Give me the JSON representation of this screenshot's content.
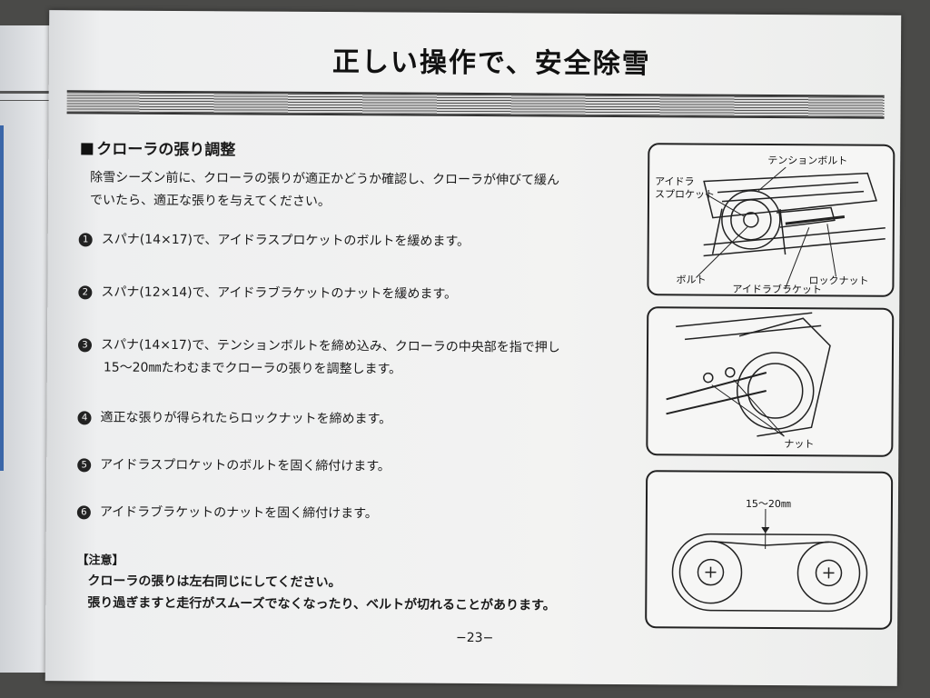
{
  "header": {
    "title": "正しい操作で、安全除雪"
  },
  "section": {
    "title": "クローラの張り調整"
  },
  "intro": {
    "line1": "除雪シーズン前に、クローラの張りが適正かどうか確認し、クローラが伸びて緩ん",
    "line2": "でいたら、適正な張りを与えてください。"
  },
  "steps": [
    {
      "num": "1",
      "line1": "スパナ(14×17)で、アイドラスプロケットのボルトを緩めます。",
      "line2": ""
    },
    {
      "num": "2",
      "line1": "スパナ(12×14)で、アイドラブラケットのナットを緩めます。",
      "line2": ""
    },
    {
      "num": "3",
      "line1": "スパナ(14×17)で、テンションボルトを締め込み、クローラの中央部を指で押し",
      "line2": "15〜20㎜たわむまでクローラの張りを調整します。"
    },
    {
      "num": "4",
      "line1": "適正な張りが得られたらロックナットを締めます。",
      "line2": ""
    },
    {
      "num": "5",
      "line1": "アイドラスプロケットのボルトを固く締付けます。",
      "line2": ""
    },
    {
      "num": "6",
      "line1": "アイドラブラケットのナットを固く締付けます。",
      "line2": ""
    }
  ],
  "caution": {
    "head": "【注意】",
    "line1": "クローラの張りは左右同じにしてください。",
    "line2": "張り過ぎますと走行がスムーズでなくなったり、ベルトが切れることがあります。"
  },
  "page_number": "−23−",
  "figures": {
    "fig1": {
      "tension_bolt": "テンションボルト",
      "idler_a": "アイドラ",
      "idler_b": "スプロケット",
      "bolt": "ボルト",
      "lock_nut": "ロックナット",
      "idler_bracket": "アイドラブラケット"
    },
    "fig2": {
      "nut": "ナット"
    },
    "fig3": {
      "deflection": "15〜20㎜"
    }
  }
}
